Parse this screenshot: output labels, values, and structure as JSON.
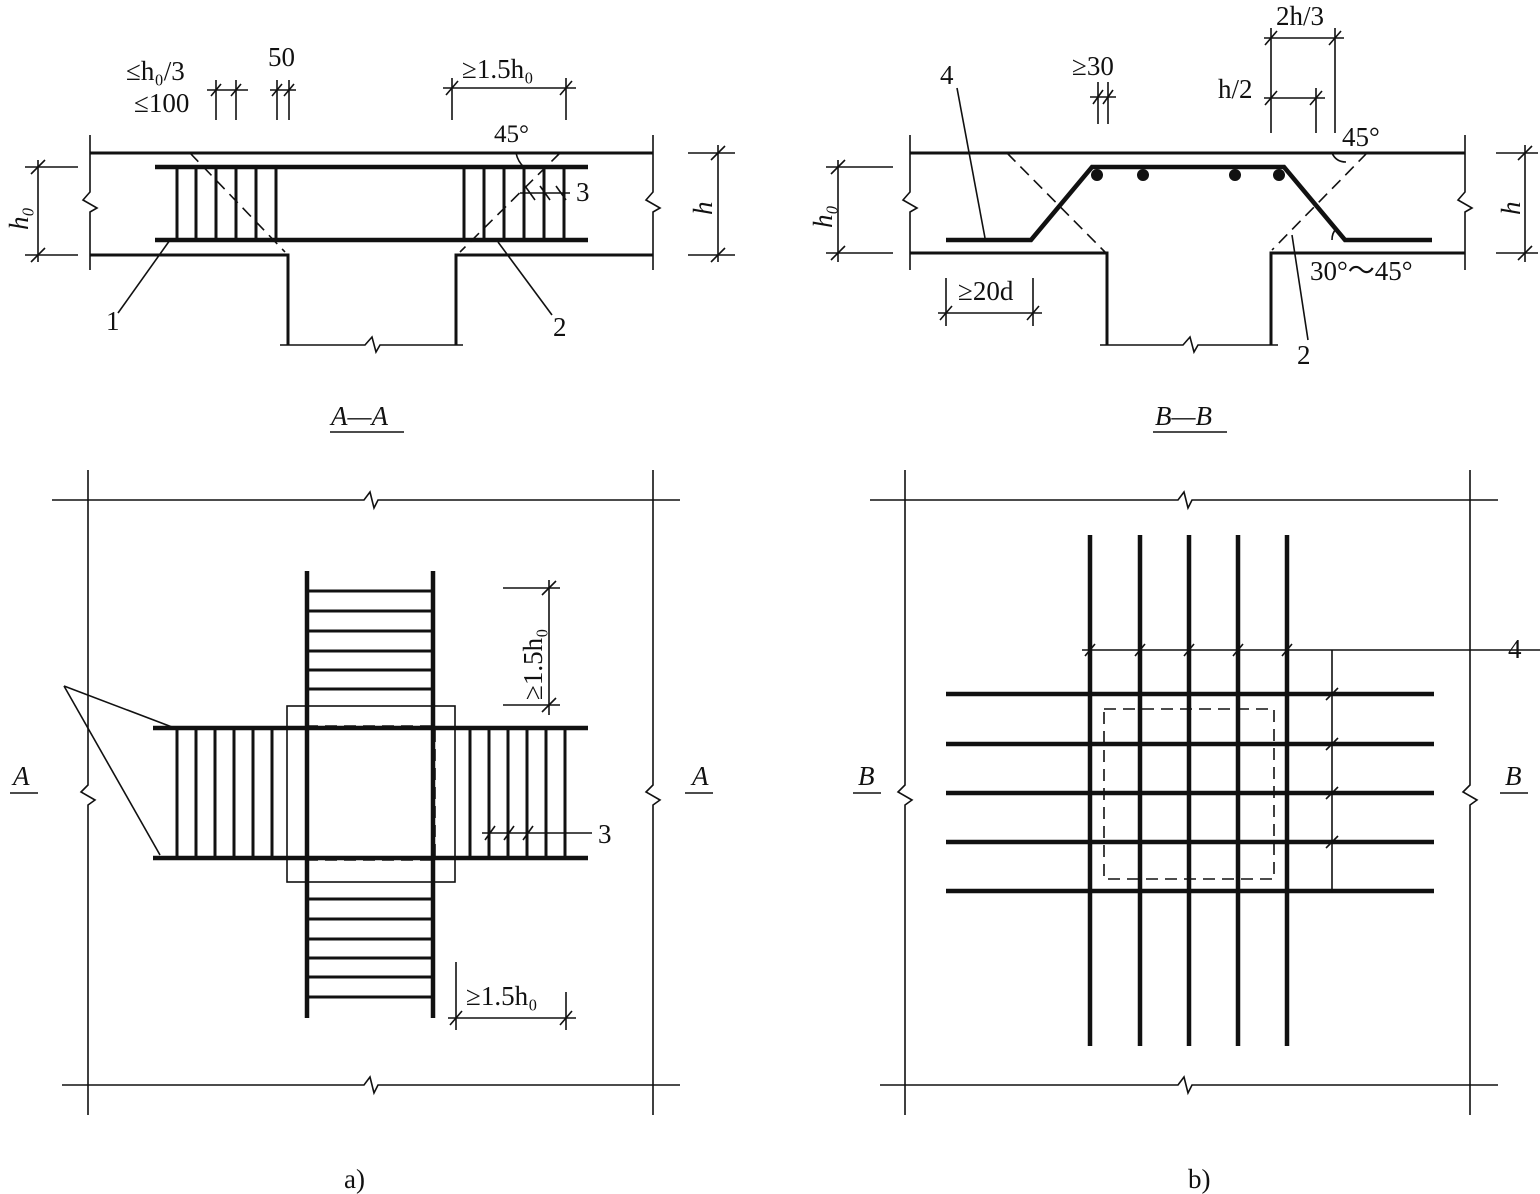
{
  "section_a": {
    "title": "A—A",
    "dim_spacing_1": "≤h₀/3",
    "dim_spacing_2": "≤100",
    "dim_50": "50",
    "dim_length": "≥1.5h₀",
    "angle": "45°",
    "label_h0": "h₀",
    "label_h": "h",
    "callout_1": "1",
    "callout_2": "2",
    "callout_3": "3"
  },
  "section_b": {
    "title": "B—B",
    "dim_30": "≥30",
    "dim_2h3": "2h/3",
    "dim_h2": "h/2",
    "angle_45": "45°",
    "angle_range": "30°～45°",
    "dim_20d": "≥20d",
    "label_h0": "h₀",
    "label_h": "h",
    "callout_2": "2",
    "callout_4": "4"
  },
  "plan_a": {
    "caption": "a)",
    "section_mark_left": "A",
    "section_mark_right": "A",
    "dim_vertical": "≥1.5h₀",
    "dim_horizontal": "≥1.5h₀",
    "callout_3": "3"
  },
  "plan_b": {
    "caption": "b)",
    "section_mark_left": "B",
    "section_mark_right": "B",
    "callout_4": "4"
  }
}
